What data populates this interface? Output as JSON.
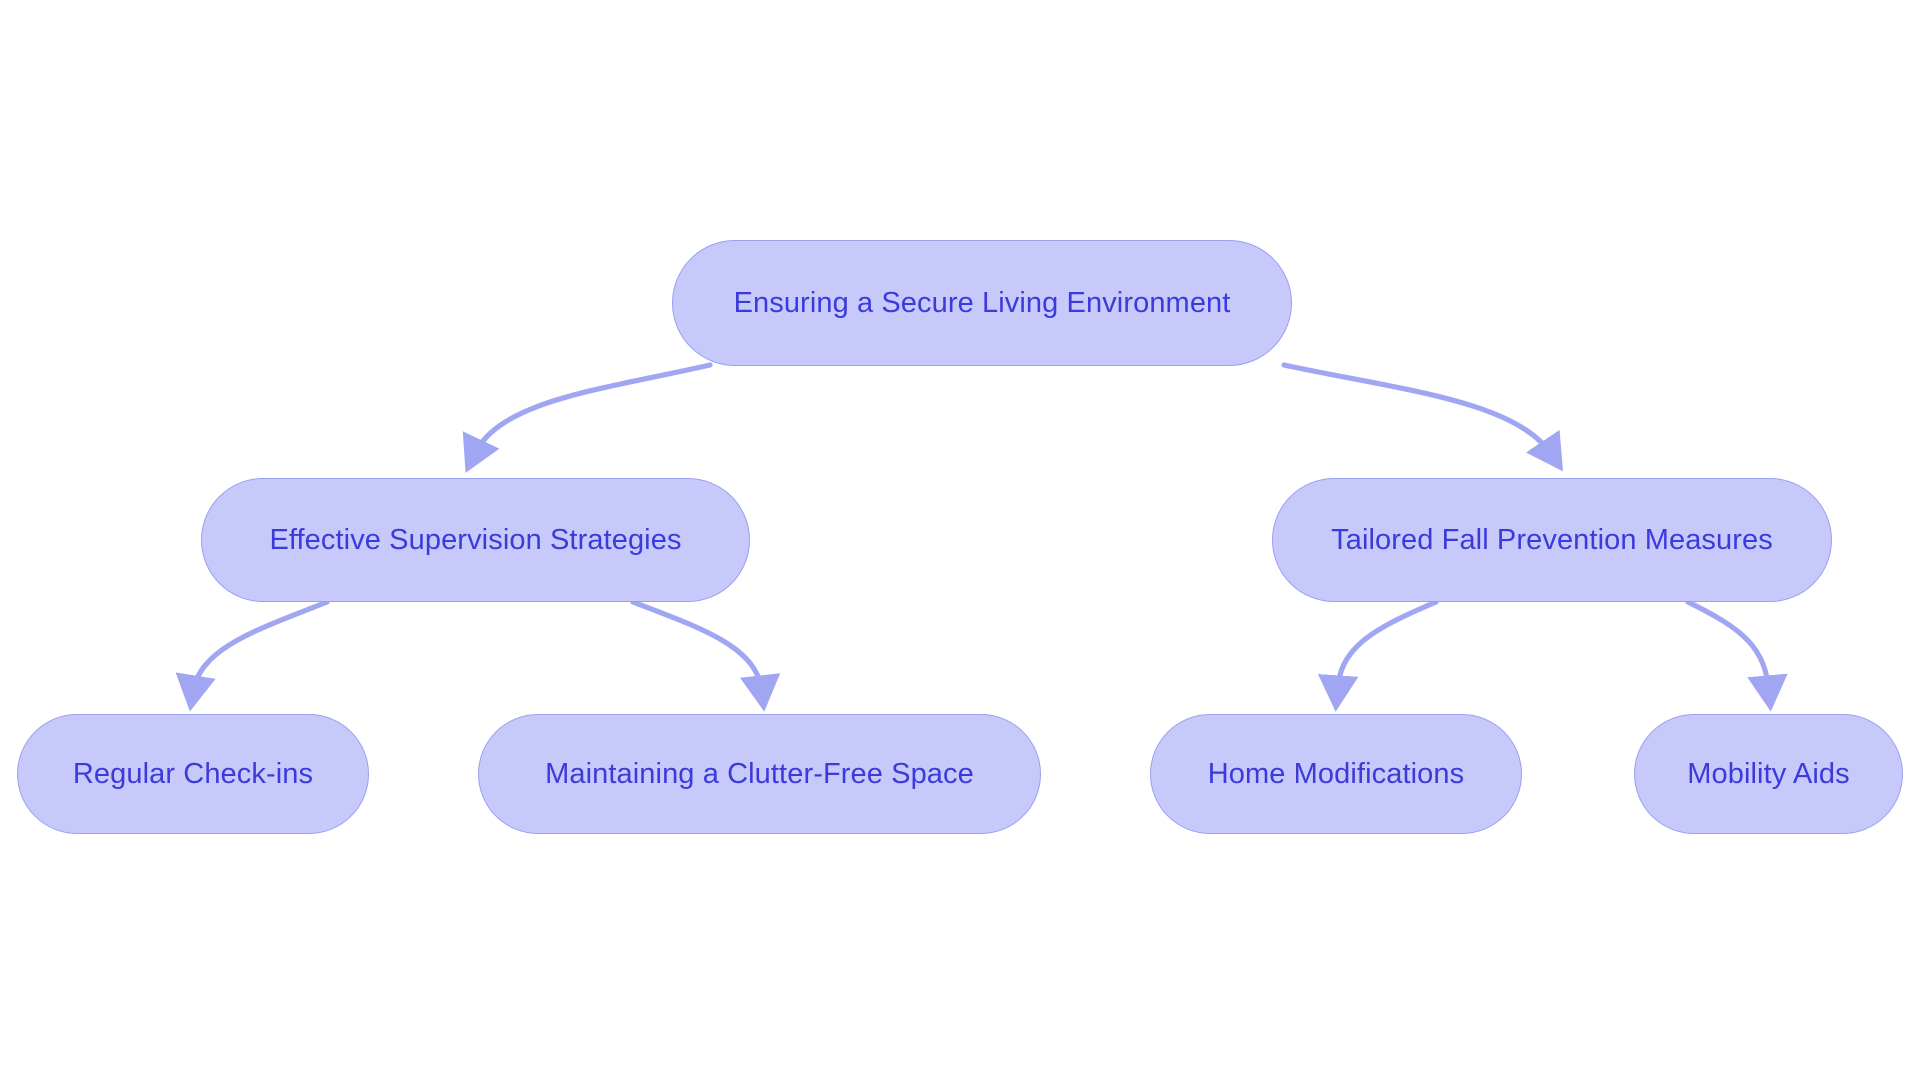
{
  "diagram": {
    "type": "flowchart",
    "orientation": "top-down",
    "background_color": "#ffffff",
    "node_fill_color": "#c6c9fa",
    "node_border_color": "#9aa0f0",
    "node_text_color": "#3b3bdb",
    "edge_color": "#a0a6f2",
    "nodes": [
      {
        "id": "root",
        "label": "Ensuring a Secure Living Environment",
        "level": 1
      },
      {
        "id": "l2left",
        "label": "Effective Supervision Strategies",
        "level": 2
      },
      {
        "id": "l2right",
        "label": "Tailored Fall Prevention Measures",
        "level": 2
      },
      {
        "id": "l3a",
        "label": "Regular Check-ins",
        "level": 3
      },
      {
        "id": "l3b",
        "label": "Maintaining a Clutter-Free Space",
        "level": 3
      },
      {
        "id": "l3c",
        "label": "Home Modifications",
        "level": 3
      },
      {
        "id": "l3d",
        "label": "Mobility Aids",
        "level": 3
      }
    ],
    "edges": [
      {
        "from": "root",
        "to": "l2left",
        "arrow": "end"
      },
      {
        "from": "root",
        "to": "l2right",
        "arrow": "end"
      },
      {
        "from": "l2left",
        "to": "l3a",
        "arrow": "end"
      },
      {
        "from": "l2left",
        "to": "l3b",
        "arrow": "end"
      },
      {
        "from": "l2right",
        "to": "l3c",
        "arrow": "end"
      },
      {
        "from": "l2right",
        "to": "l3d",
        "arrow": "end"
      }
    ]
  }
}
